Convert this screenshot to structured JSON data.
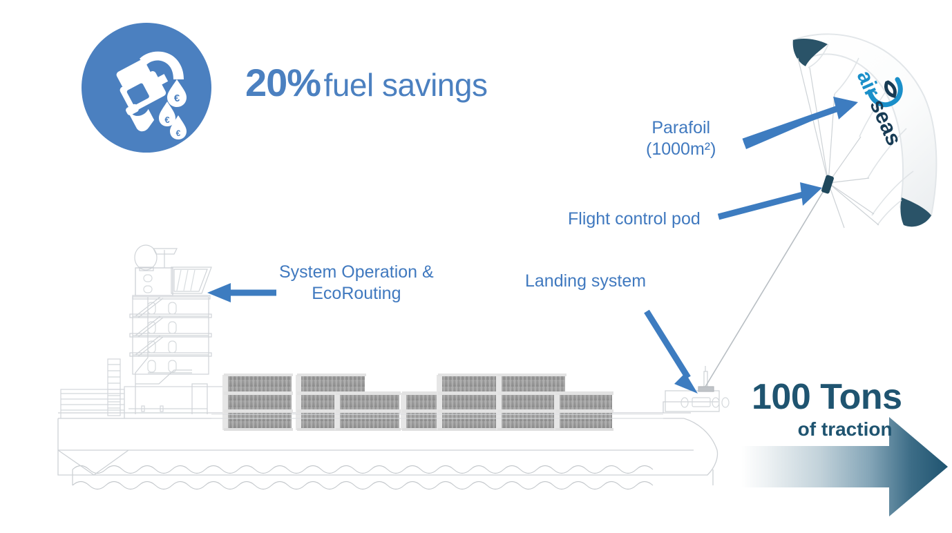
{
  "meta": {
    "title": "AirSeas Seawing parafoil ship infographic",
    "background": "#ffffff"
  },
  "colors": {
    "accent_blue": "#4b80c0",
    "label_blue": "#4079bf",
    "dark_teal": "#1f5470",
    "wingtip_teal": "#2a5368",
    "logo_light_blue": "#1a8fc9",
    "logo_navy": "#173b54",
    "line_art_gray": "#c9cdd2",
    "container_gray": "#9b9b9b"
  },
  "fuel_savings": {
    "icon_name": "fuel-pump-euro-drops-icon",
    "percent": "20%",
    "label": "fuel savings"
  },
  "callouts": [
    {
      "id": "parafoil",
      "line1": "Parafoil",
      "line2": "(1000m²)",
      "arrow": "arrow-up-right",
      "target": "parafoil-kite"
    },
    {
      "id": "flight-control-pod",
      "line1": "Flight control pod",
      "line2": "",
      "arrow": "arrow-up-right",
      "target": "control-pod"
    },
    {
      "id": "system-operation-ecorouting",
      "line1": "System Operation &",
      "line2": "EcoRouting",
      "arrow": "arrow-left",
      "target": "ship-bridge"
    },
    {
      "id": "landing-system",
      "line1": "Landing system",
      "line2": "",
      "arrow": "arrow-down-right",
      "target": "bow-landing-mast"
    }
  ],
  "traction": {
    "value": "100 Tons",
    "sub": "of traction",
    "arrow": "gradient-right-arrow"
  },
  "kite": {
    "brand_part1": "air",
    "brand_part2": "seas",
    "brand_mark": "wave-swoosh-icon",
    "wingtips": 2,
    "bridle_lines": 8
  },
  "ship": {
    "type": "container-vessel-line-art",
    "container_stacks": [
      3,
      3,
      2,
      2,
      3,
      3,
      2
    ],
    "superstructure_decks": 4,
    "has_radar_dome": true,
    "has_bridge_wing": true,
    "water": "wavy-line-pattern"
  }
}
